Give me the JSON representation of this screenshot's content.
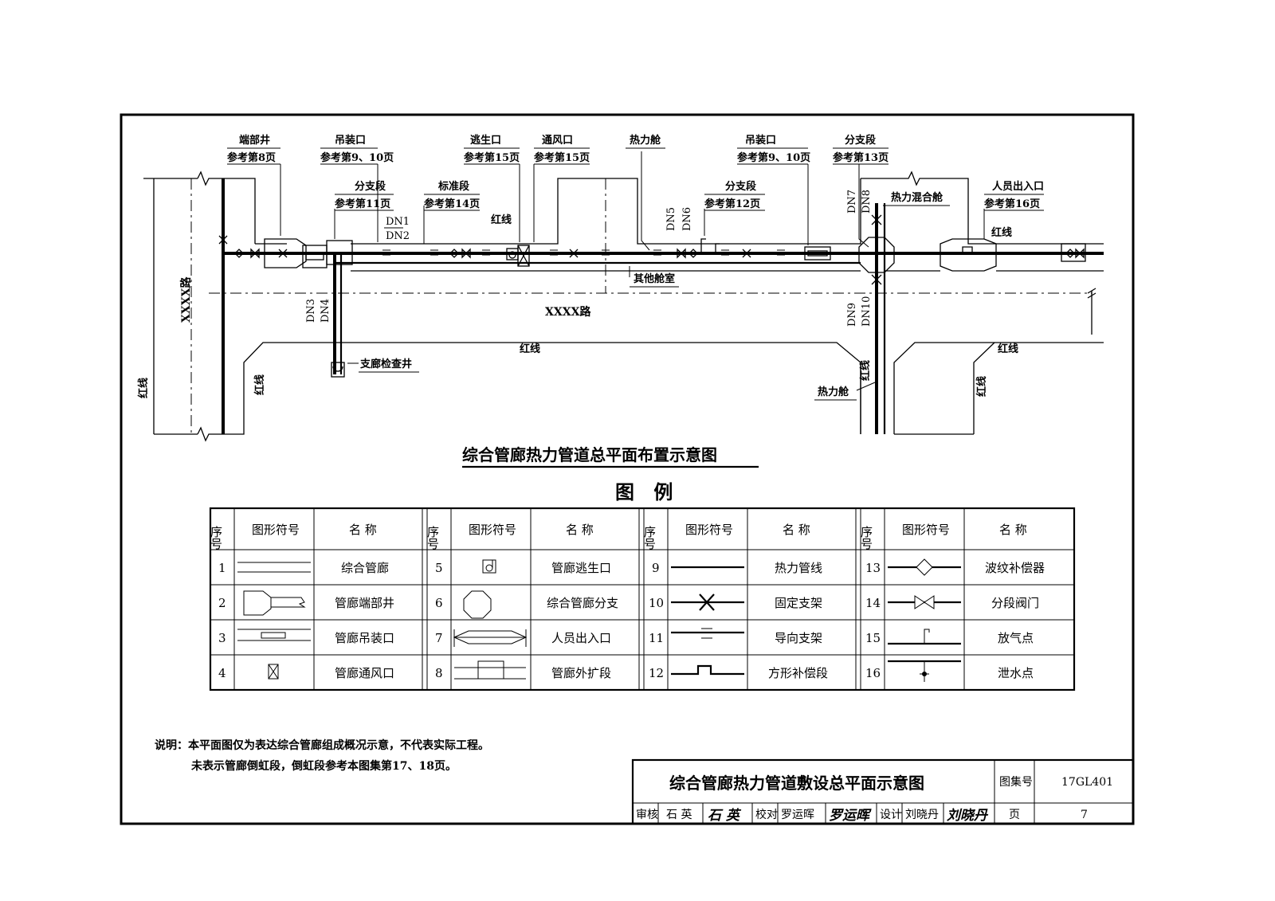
{
  "callouts": {
    "end_well": {
      "name": "端部井",
      "ref": "参考第8页"
    },
    "hoist_opening_1": {
      "name": "吊装口",
      "ref": "参考第9、10页"
    },
    "escape_exit": {
      "name": "逃生口",
      "ref": "参考第15页"
    },
    "vent_opening": {
      "name": "通风口",
      "ref": "参考第15页"
    },
    "heat_cabin_top": {
      "name": "热力舱"
    },
    "hoist_opening_2": {
      "name": "吊装口",
      "ref": "参考第9、10页"
    },
    "branch_section_3": {
      "name": "分支段",
      "ref": "参考第13页"
    },
    "branch_section_1": {
      "name": "分支段",
      "ref": "参考第11页"
    },
    "standard_section": {
      "name": "标准段",
      "ref": "参考第14页"
    },
    "branch_section_2": {
      "name": "分支段",
      "ref": "参考第12页"
    },
    "heat_mixed_cabin": {
      "name": "热力混合舱"
    },
    "personnel_exit": {
      "name": "人员出入口",
      "ref": "参考第16页"
    },
    "other_cabin": {
      "name": "其他舱室"
    },
    "branch_inspection_well": {
      "name": "支廊检查井"
    },
    "heat_cabin_bottom": {
      "name": "热力舱"
    }
  },
  "pipe_labels": {
    "dn1": "DN1",
    "dn2": "DN2",
    "dn3": "DN3",
    "dn4": "DN4",
    "dn5": "DN5",
    "dn6": "DN6",
    "dn7": "DN7",
    "dn8": "DN8",
    "dn9": "DN9",
    "dn10": "DN10"
  },
  "red_line": "红线",
  "roads": {
    "horizontal": "XXXX路",
    "vertical": "XXXX路"
  },
  "diagram_title": "综合管廊热力管道总平面布置示意图",
  "legend": {
    "title": "图 例",
    "headers": {
      "no": "序号",
      "symbol": "图形符号",
      "name": "名  称"
    },
    "items": [
      {
        "no": "1",
        "name": "综合管廊",
        "symbol": "corridor-double-line-icon"
      },
      {
        "no": "2",
        "name": "管廊端部井",
        "symbol": "end-well-icon"
      },
      {
        "no": "3",
        "name": "管廊吊装口",
        "symbol": "hoist-opening-icon"
      },
      {
        "no": "4",
        "name": "管廊通风口",
        "symbol": "vent-opening-icon"
      },
      {
        "no": "5",
        "name": "管廊逃生口",
        "symbol": "escape-exit-icon"
      },
      {
        "no": "6",
        "name": "综合管廊分支",
        "symbol": "octagon-branch-icon"
      },
      {
        "no": "7",
        "name": "人员出入口",
        "symbol": "personnel-exit-icon"
      },
      {
        "no": "8",
        "name": "管廊外扩段",
        "symbol": "expansion-section-icon"
      },
      {
        "no": "9",
        "name": "热力管线",
        "symbol": "heat-pipe-line-icon"
      },
      {
        "no": "10",
        "name": "固定支架",
        "symbol": "fixed-support-icon"
      },
      {
        "no": "11",
        "name": "导向支架",
        "symbol": "guide-support-icon"
      },
      {
        "no": "12",
        "name": "方形补偿段",
        "symbol": "square-compensator-icon"
      },
      {
        "no": "13",
        "name": "波纹补偿器",
        "symbol": "bellows-compensator-icon"
      },
      {
        "no": "14",
        "name": "分段阀门",
        "symbol": "section-valve-icon"
      },
      {
        "no": "15",
        "name": "放气点",
        "symbol": "air-vent-point-icon"
      },
      {
        "no": "16",
        "name": "泄水点",
        "symbol": "drain-point-icon"
      }
    ]
  },
  "notes": {
    "line1": "说明：本平面图仅为表达综合管廊组成概况示意，不代表实际工程。",
    "line2": "未表示管廊倒虹段，倒虹段参考本图集第17、18页。"
  },
  "title_block": {
    "title": "综合管廊热力管道敷设总平面示意图",
    "atlas_label": "图集号",
    "atlas_no": "17GL401",
    "reviewer_label": "审核",
    "reviewer": "石 英",
    "checker_label": "校对",
    "checker": "罗运晖",
    "designer_label": "设计",
    "designer": "刘晓丹",
    "page_label": "页",
    "page_no": "7"
  }
}
